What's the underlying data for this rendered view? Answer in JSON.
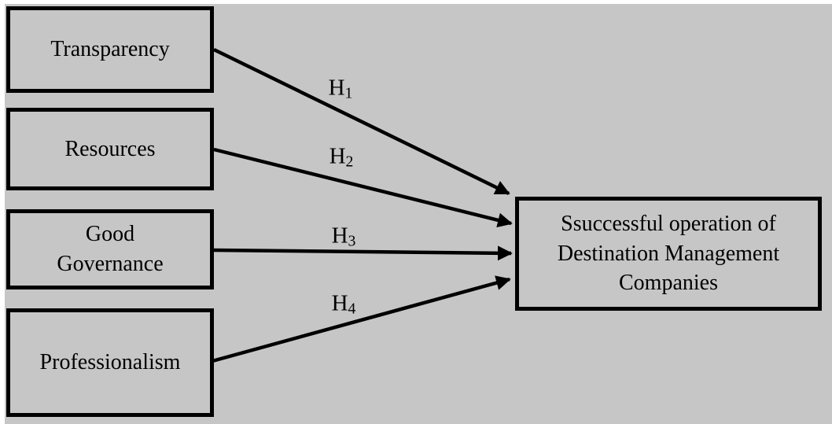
{
  "diagram": {
    "background_color": "#c6c6c6",
    "line_color": "#000000",
    "predictors": [
      {
        "label": "Transparency"
      },
      {
        "label": "Resources"
      },
      {
        "label": "Good\nGovernance"
      },
      {
        "label": "Professionalism"
      }
    ],
    "hypotheses": [
      {
        "base": "H",
        "sub": "1"
      },
      {
        "base": "H",
        "sub": "2"
      },
      {
        "base": "H",
        "sub": "3"
      },
      {
        "base": "H",
        "sub": "4"
      }
    ],
    "outcome": {
      "label": "Ssuccessful operation of\nDestination Management\nCompanies"
    }
  }
}
